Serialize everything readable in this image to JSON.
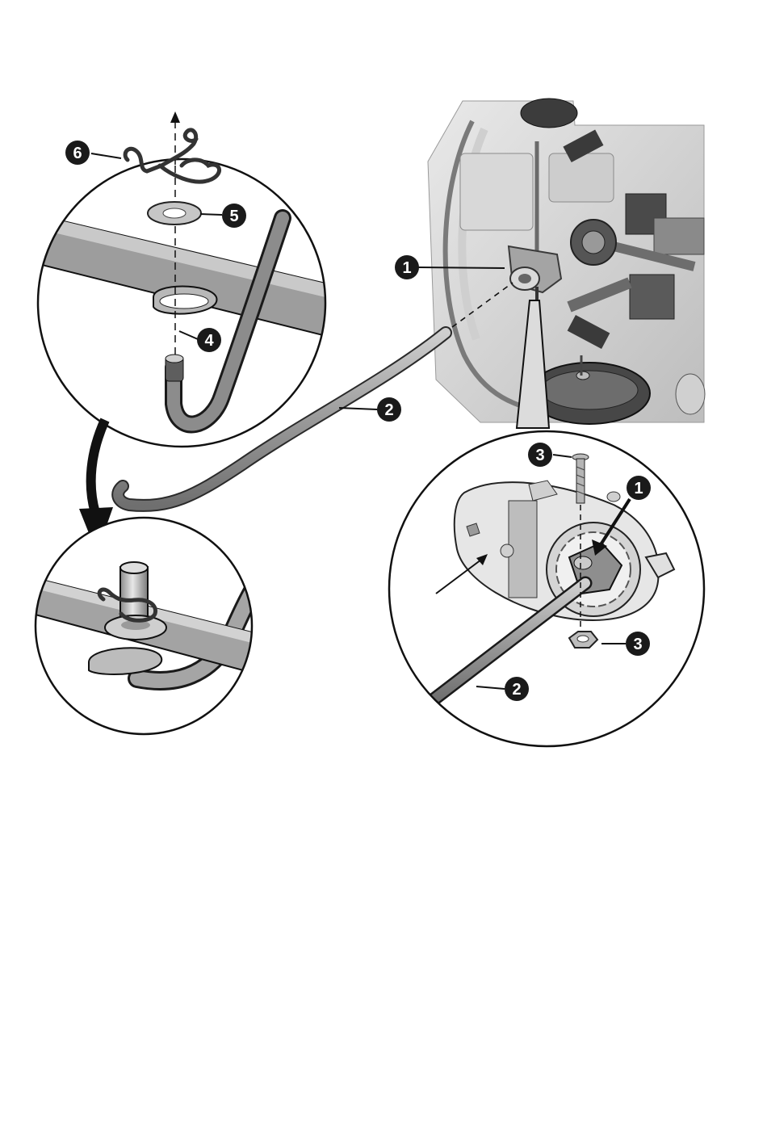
{
  "diagram": {
    "callouts": [
      {
        "id": "c6",
        "label": "6"
      },
      {
        "id": "c5",
        "label": "5"
      },
      {
        "id": "c4",
        "label": "4"
      },
      {
        "id": "c1a",
        "label": "1"
      },
      {
        "id": "c2a",
        "label": "2"
      },
      {
        "id": "c3a",
        "label": "3"
      },
      {
        "id": "c1b",
        "label": "1"
      },
      {
        "id": "c3b",
        "label": "3"
      },
      {
        "id": "c2b",
        "label": "2"
      }
    ],
    "colors": {
      "outline": "#111111",
      "metal_dark": "#7d7d7d",
      "metal_mid": "#a8a8a8",
      "metal_light": "#d4d4d4",
      "body_light": "#e6e6e6",
      "body_mid": "#c2c2c2",
      "body_dark": "#5a5a5a",
      "callout_fill": "#1a1a1a"
    }
  }
}
